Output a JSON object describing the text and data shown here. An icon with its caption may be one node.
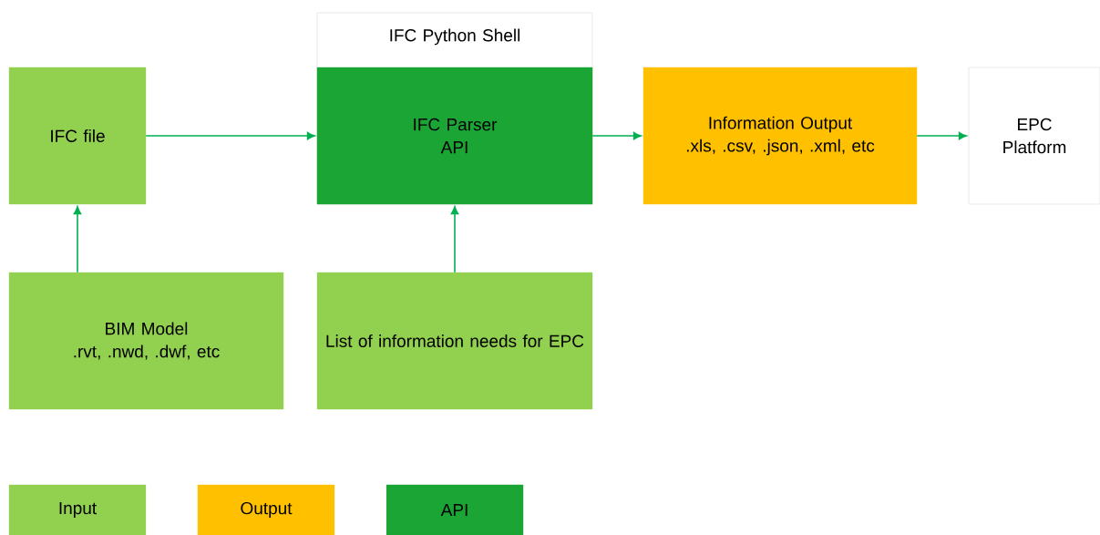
{
  "diagram": {
    "nodes": [
      {
        "text": [
          "IFC file"
        ]
      },
      {
        "text": [
          "IFC Python Shell"
        ]
      },
      {
        "text": [
          "IFC Parser API"
        ],
        "in": 1
      },
      {
        "text": [
          "Information Output",
          ".xls, .csv, .json, .xml, etc"
        ]
      },
      {
        "text": [
          "EPC Platform"
        ]
      },
      {
        "text": [
          "BIM Model",
          ".rvt, .nwd, .dwf, etc"
        ]
      },
      {
        "text": [
          "List of information needs for EPC"
        ]
      }
    ],
    "edges": [
      {
        "from": 0,
        "to": 2,
        "arrow": "to"
      },
      {
        "from": 2,
        "to": 3,
        "arrow": "to"
      },
      {
        "from": 3,
        "to": 4,
        "arrow": "to"
      },
      {
        "from": 5,
        "to": 0,
        "arrow": "to"
      },
      {
        "from": 6,
        "to": 2,
        "arrow": "to"
      }
    ],
    "legend": [
      {
        "text": "Input",
        "color": "#92d050"
      },
      {
        "text": "Output",
        "color": "#ffc000"
      },
      {
        "text": "API",
        "color": "#1aa535"
      }
    ]
  }
}
